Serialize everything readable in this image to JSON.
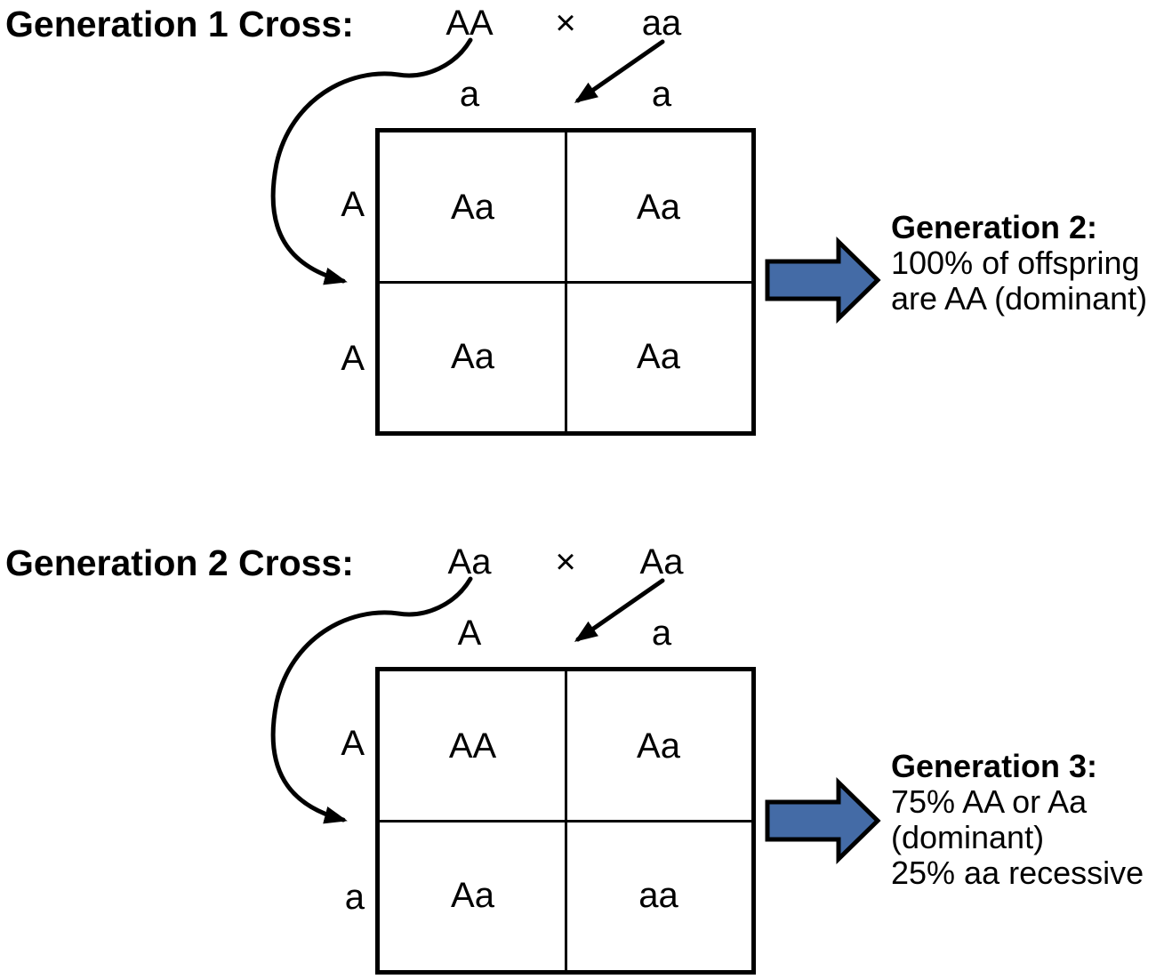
{
  "background": "#ffffff",
  "line_color": "#000000",
  "arrow_fill": "#446ba6",
  "sections": [
    {
      "title": "Generation 1 Cross:",
      "parent1": "AA",
      "cross_symbol": "×",
      "parent2": "aa",
      "col_headers": [
        "a",
        "a"
      ],
      "row_headers": [
        "A",
        "A"
      ],
      "cells": [
        [
          "Aa",
          "Aa"
        ],
        [
          "Aa",
          "Aa"
        ]
      ],
      "result": {
        "title": "Generation 2:",
        "lines": [
          "100% of offspring",
          "are AA (dominant)"
        ]
      }
    },
    {
      "title": "Generation 2 Cross:",
      "parent1": "Aa",
      "cross_symbol": "×",
      "parent2": "Aa",
      "col_headers": [
        "A",
        "a"
      ],
      "row_headers": [
        "A",
        "a"
      ],
      "cells": [
        [
          "AA",
          "Aa"
        ],
        [
          "Aa",
          "aa"
        ]
      ],
      "result": {
        "title": "Generation 3:",
        "lines": [
          "75% AA or Aa",
          "(dominant)",
          "25% aa recessive"
        ]
      }
    }
  ]
}
